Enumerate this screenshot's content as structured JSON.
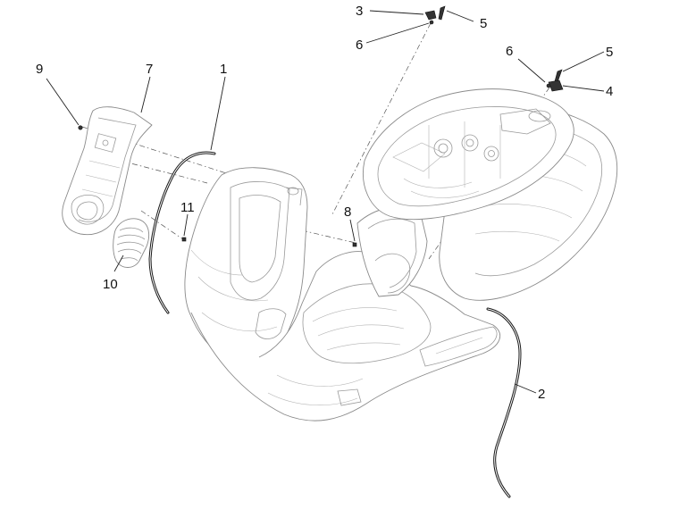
{
  "callouts": [
    {
      "id": "c1",
      "text": "1"
    },
    {
      "id": "c2",
      "text": "2"
    },
    {
      "id": "c3",
      "text": "3"
    },
    {
      "id": "c4",
      "text": "4"
    },
    {
      "id": "c5a",
      "text": "5"
    },
    {
      "id": "c5b",
      "text": "5"
    },
    {
      "id": "c6a",
      "text": "6"
    },
    {
      "id": "c6b",
      "text": "6"
    },
    {
      "id": "c7",
      "text": "7"
    },
    {
      "id": "c8",
      "text": "8"
    },
    {
      "id": "c9",
      "text": "9"
    },
    {
      "id": "c10",
      "text": "10"
    },
    {
      "id": "c11",
      "text": "11"
    }
  ]
}
